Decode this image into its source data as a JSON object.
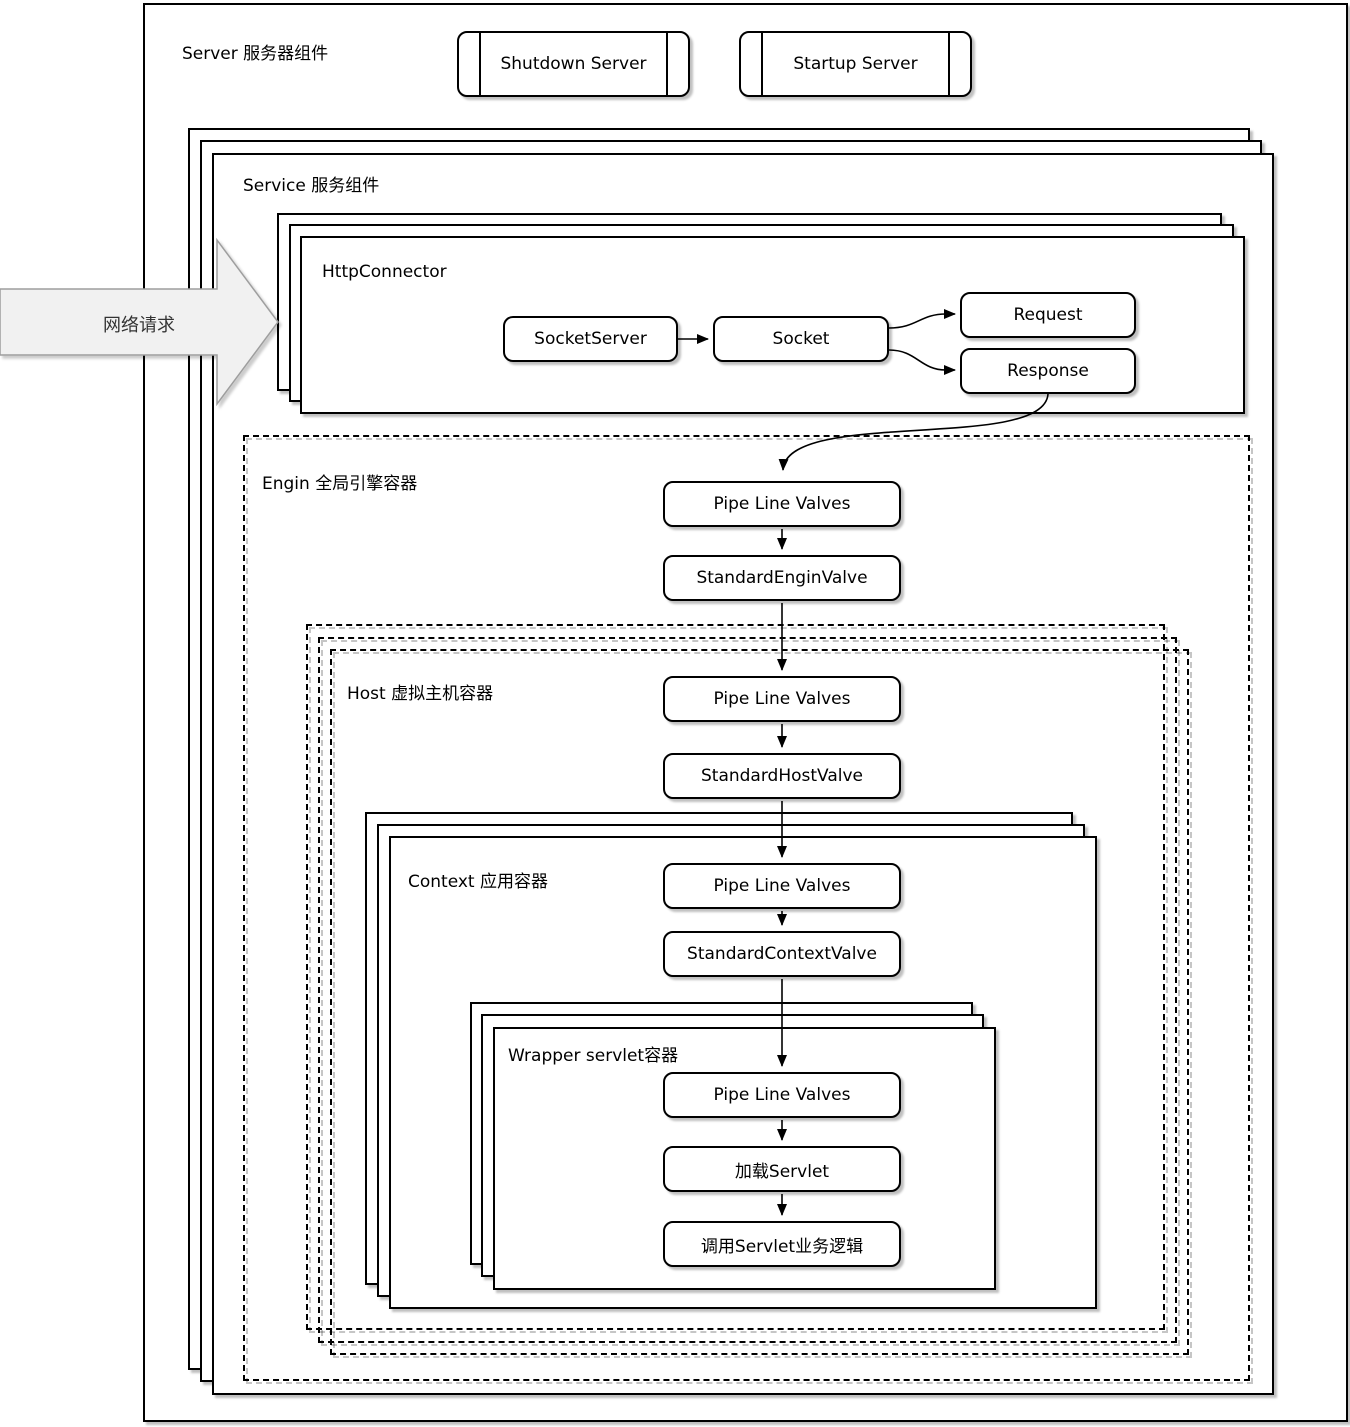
{
  "diagram": {
    "server": {
      "label": "Server 服务器组件"
    },
    "buttons": {
      "shutdown": "Shutdown Server",
      "startup": "Startup Server"
    },
    "network_arrow": {
      "label": "网络请求"
    },
    "service": {
      "label": "Service 服务组件"
    },
    "http_connector": {
      "label": "HttpConnector",
      "socket_server": "SocketServer",
      "socket": "Socket",
      "request": "Request",
      "response": "Response"
    },
    "engine": {
      "label": "Engin 全局引擎容器",
      "pipeline": "Pipe Line Valves",
      "valve": "StandardEnginValve"
    },
    "host": {
      "label": "Host 虚拟主机容器",
      "pipeline": "Pipe Line Valves",
      "valve": "StandardHostValve"
    },
    "context": {
      "label": "Context 应用容器",
      "pipeline": "Pipe Line Valves",
      "valve": "StandardContextValve"
    },
    "wrapper": {
      "label": "Wrapper servlet容器",
      "pipeline": "Pipe Line Valves",
      "load_servlet": "加载Servlet",
      "invoke_servlet": "调用Servlet业务逻辑"
    }
  },
  "colors": {
    "stroke": "#000000",
    "box_fill": "#ffffff",
    "network_arrow_fill": "#f1f1f1",
    "network_arrow_stroke": "#9e9e9e",
    "shadow": "rgba(0,0,0,0.25)"
  }
}
